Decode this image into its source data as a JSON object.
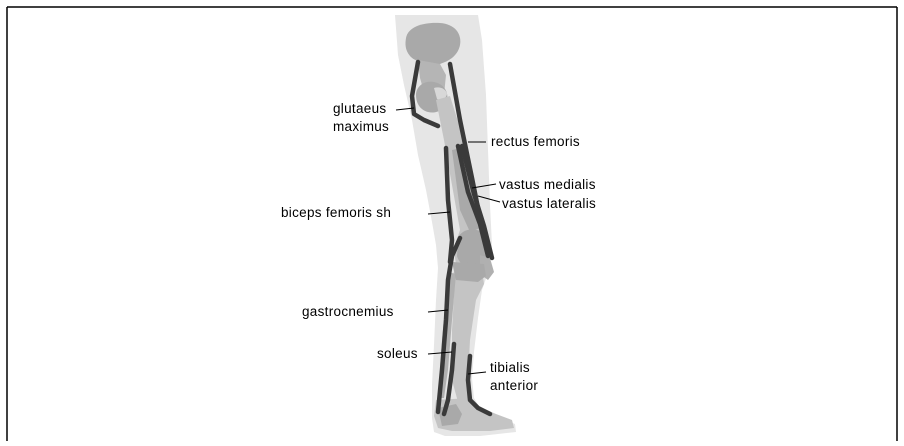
{
  "labels": {
    "glutaeus_line1": "glutaeus",
    "glutaeus_line2": "maximus",
    "rectus_femoris": "rectus femoris",
    "vastus_medialis": "vastus medialis",
    "vastus_lateralis": "vastus lateralis",
    "biceps_femoris_sh": "biceps femoris sh",
    "gastrocnemius": "gastrocnemius",
    "soleus": "soleus",
    "tibialis_line1": "tibialis",
    "tibialis_line2": "anterior"
  },
  "colors": {
    "muscle_line": "#3a3a3a",
    "bone": "#a9a9a9",
    "bone_light": "#c4c4c4",
    "skin": "#e6e6e6",
    "frame": "#000000"
  }
}
